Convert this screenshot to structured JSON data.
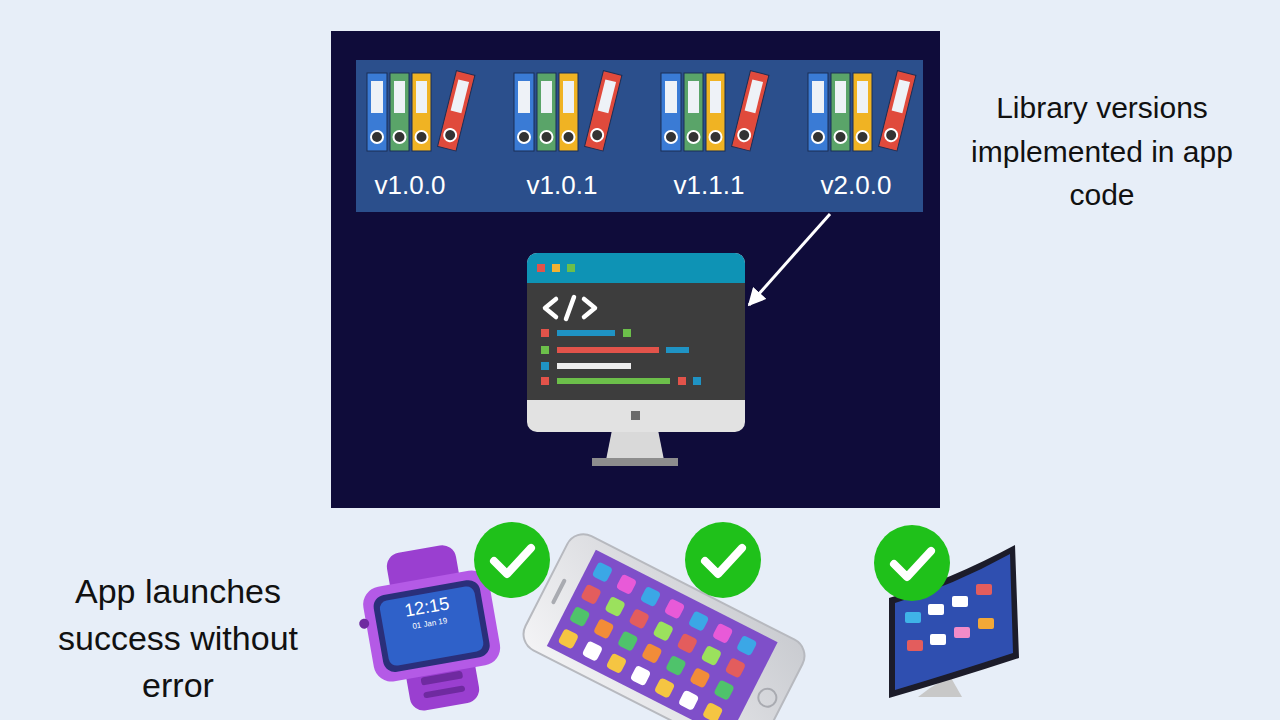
{
  "diagram": {
    "nodes": [
      {
        "text": [
          "v1.0.0",
          "v1.0.1",
          "v1.1.1",
          "v2.0.0"
        ]
      }
    ],
    "labels": [
      "Library versions implemented in app code",
      "App launches success without error",
      "12:15",
      "01 Jan 19"
    ]
  }
}
